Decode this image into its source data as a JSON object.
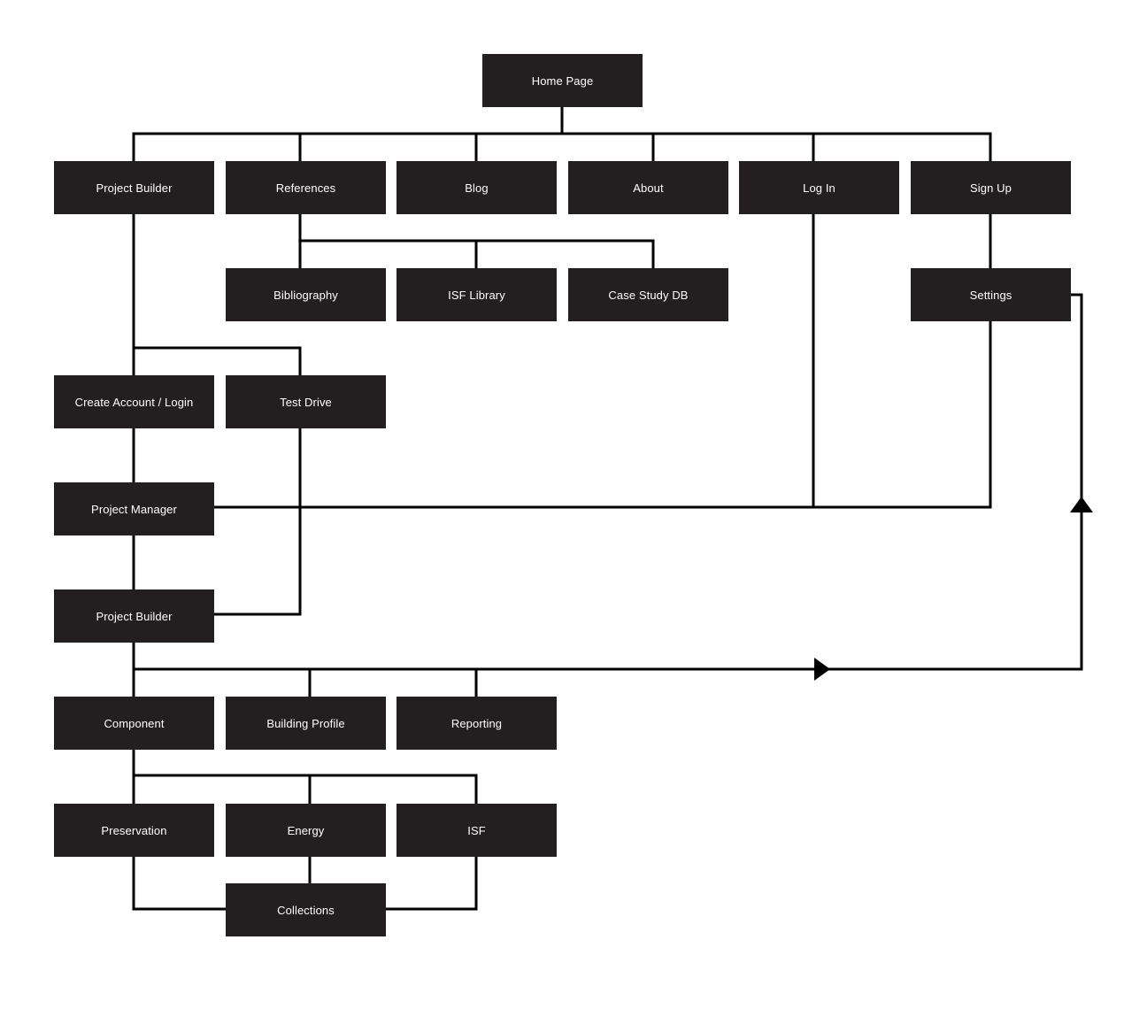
{
  "colors": {
    "node": "#231f20",
    "line": "#000000",
    "text": "#ffffff",
    "background": "#ffffff"
  },
  "nodes": {
    "home": "Home Page",
    "project_builder": "Project Builder",
    "references": "References",
    "blog": "Blog",
    "about": "About",
    "log_in": "Log In",
    "sign_up": "Sign Up",
    "bibliography": "Bibliography",
    "isf_library": "ISF Library",
    "case_study_db": "Case Study DB",
    "settings": "Settings",
    "create_account": "Create Account / Login",
    "test_drive": "Test Drive",
    "project_manager": "Project Manager",
    "project_builder_2": "Project Builder",
    "component": "Component",
    "building_profile": "Building Profile",
    "reporting": "Reporting",
    "preservation": "Preservation",
    "energy": "Energy",
    "isf": "ISF",
    "collections": "Collections"
  }
}
